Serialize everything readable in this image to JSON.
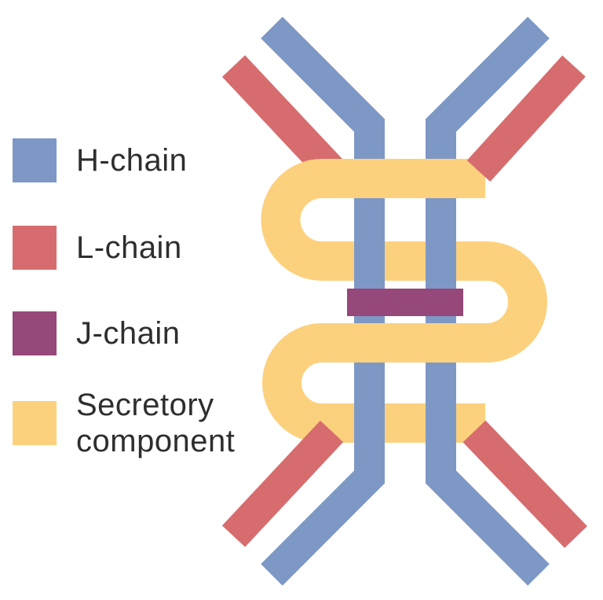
{
  "colors": {
    "background": "#FFFFFF",
    "text": "#2E2E2E",
    "h_chain": "#7E98C5",
    "l_chain": "#D76C6E",
    "j_chain": "#954879",
    "secretory": "#FCD17E"
  },
  "legend": {
    "items": [
      {
        "label": "H-chain"
      },
      {
        "label": "L-chain"
      },
      {
        "label": "J-chain"
      },
      {
        "label": "Secretory component"
      }
    ]
  }
}
